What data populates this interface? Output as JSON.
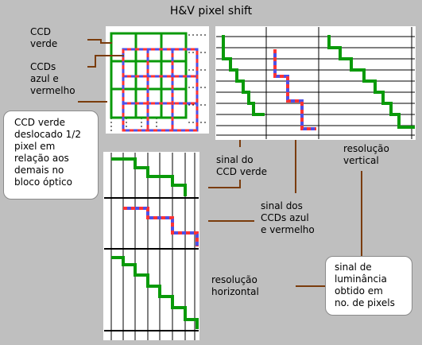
{
  "title": "H&V pixel shift",
  "labels": {
    "ccd_green": [
      "CCD",
      "verde"
    ],
    "ccds_blue_red": [
      "CCDs",
      "azul e",
      "vermelho"
    ],
    "green_offset_note": [
      "CCD verde",
      "deslocado 1/2",
      "pixel em",
      "relação aos",
      "demais no",
      "bloco óptico"
    ],
    "green_signal": [
      "sinal do",
      "CCD verde"
    ],
    "blue_red_signal": [
      "sinal dos",
      "CCDs azul",
      "e vermelho"
    ],
    "vertical_resolution": [
      "resolução",
      "vertical"
    ],
    "horizontal_resolution": [
      "resolução",
      "horizontal"
    ],
    "luminance_note": [
      "sinal de",
      "luminância",
      "obtido em",
      "no. de pixels"
    ]
  },
  "colors": {
    "background": "#bfbfbf",
    "panel": "#ffffff",
    "green_signal": "#0a9a0a",
    "blue_signal": "#4f4fe6",
    "red_signal": "#ff3333",
    "leader_line": "#7a3c0c",
    "grid_line": "#000000"
  }
}
